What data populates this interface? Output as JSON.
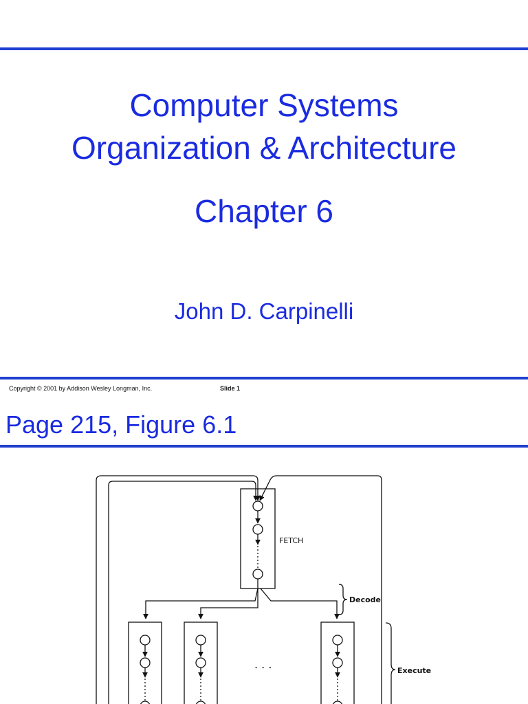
{
  "slide1": {
    "title_line1": "Computer Systems",
    "title_line2": "Organization & Architecture",
    "chapter": "Chapter 6",
    "author": "John D. Carpinelli",
    "copyright": "Copyright © 2001 by Addison Wesley Longman, Inc.",
    "slide_label": "Slide 1"
  },
  "slide2": {
    "heading": "Page 215, Figure 6.1",
    "figure": {
      "fetch_label": "FETCH",
      "decode_label": "Decode",
      "execute_label": "Execute",
      "ellipsis": ". . ."
    }
  },
  "colors": {
    "accent": "#1a2be0",
    "rule": "#1f3fd0",
    "text": "#111111"
  }
}
